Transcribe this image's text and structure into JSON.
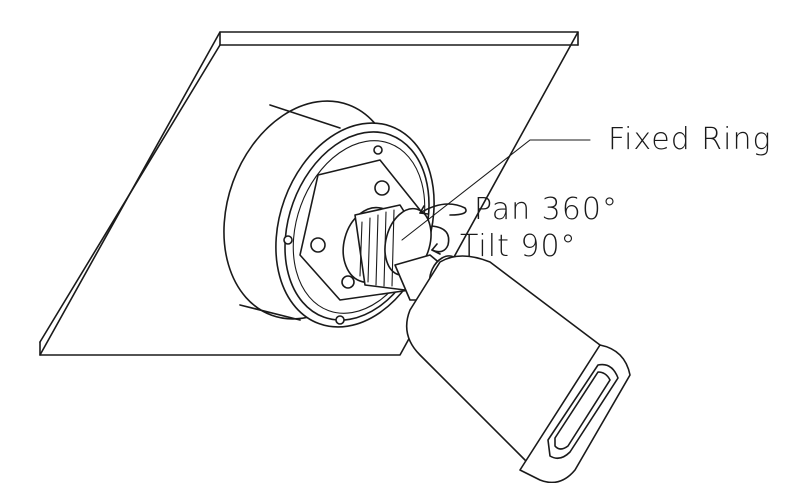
{
  "labels": {
    "fixed_ring": "Fixed Ring",
    "pan": "Pan 360°",
    "tilt": "Tilt 90°"
  },
  "colors": {
    "line": "#1a1a1a",
    "background": "#ffffff"
  }
}
